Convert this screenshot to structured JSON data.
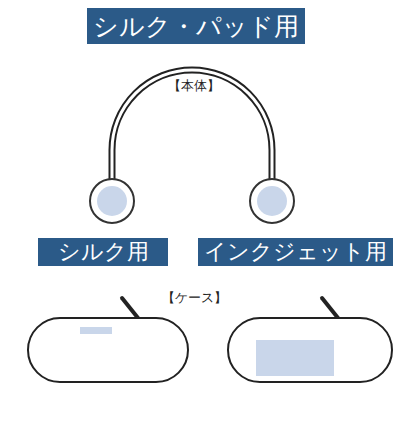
{
  "diagram": {
    "nodes": [
      {
        "text": [
          "シルク・パッド用"
        ]
      },
      {
        "text": [
          "シルク用"
        ]
      },
      {
        "text": [
          "インクジェット用"
        ]
      }
    ],
    "labels": [
      "【本体】",
      "【ケース】"
    ]
  }
}
